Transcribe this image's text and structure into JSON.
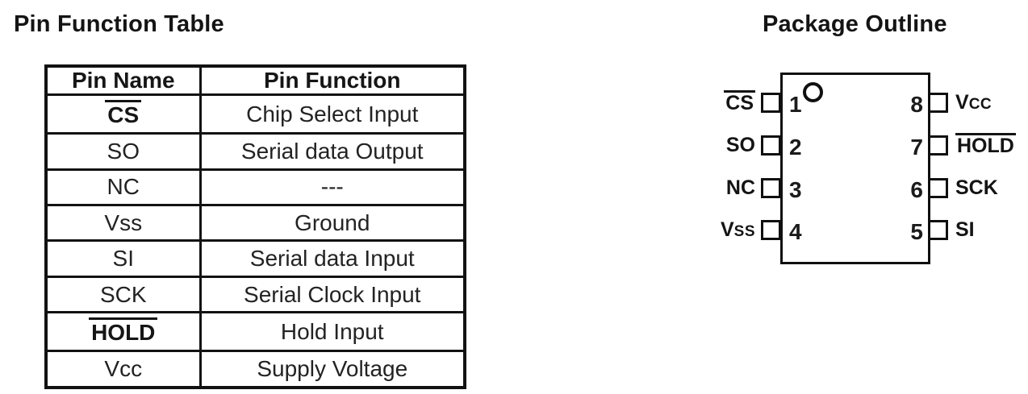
{
  "colors": {
    "background": "#ffffff",
    "ink": "#141414"
  },
  "left": {
    "title": "Pin Function Table",
    "table": {
      "headers": [
        "Pin Name",
        "Pin Function"
      ],
      "rows": [
        {
          "name": "CS",
          "function": "Chip Select Input",
          "overline": true,
          "bold": true
        },
        {
          "name": "SO",
          "function": "Serial data Output",
          "overline": false,
          "bold": false
        },
        {
          "name": "NC",
          "function": "---",
          "overline": false,
          "bold": false
        },
        {
          "name": "Vss",
          "function": "Ground",
          "overline": false,
          "bold": false
        },
        {
          "name": "SI",
          "function": "Serial data Input",
          "overline": false,
          "bold": false
        },
        {
          "name": "SCK",
          "function": "Serial Clock Input",
          "overline": false,
          "bold": false
        },
        {
          "name": "HOLD",
          "function": "Hold Input",
          "overline": true,
          "bold": true
        },
        {
          "name": "Vcc",
          "function": "Supply Voltage",
          "overline": false,
          "bold": false
        }
      ]
    }
  },
  "right": {
    "title": "Package Outline",
    "package": {
      "pin_one_marker": "circle-icon",
      "left_pins": [
        {
          "number": "1",
          "label": "CS",
          "overline": true,
          "smallcaps": false
        },
        {
          "number": "2",
          "label": "SO",
          "overline": false,
          "smallcaps": false
        },
        {
          "number": "3",
          "label": "NC",
          "overline": false,
          "smallcaps": false
        },
        {
          "number": "4",
          "label": "Vss",
          "overline": false,
          "smallcaps": true
        }
      ],
      "right_pins": [
        {
          "number": "8",
          "label": "Vcc",
          "overline": false,
          "smallcaps": true
        },
        {
          "number": "7",
          "label": "HOLD",
          "overline": true,
          "smallcaps": false
        },
        {
          "number": "6",
          "label": "SCK",
          "overline": false,
          "smallcaps": false
        },
        {
          "number": "5",
          "label": "SI",
          "overline": false,
          "smallcaps": false
        }
      ]
    }
  }
}
